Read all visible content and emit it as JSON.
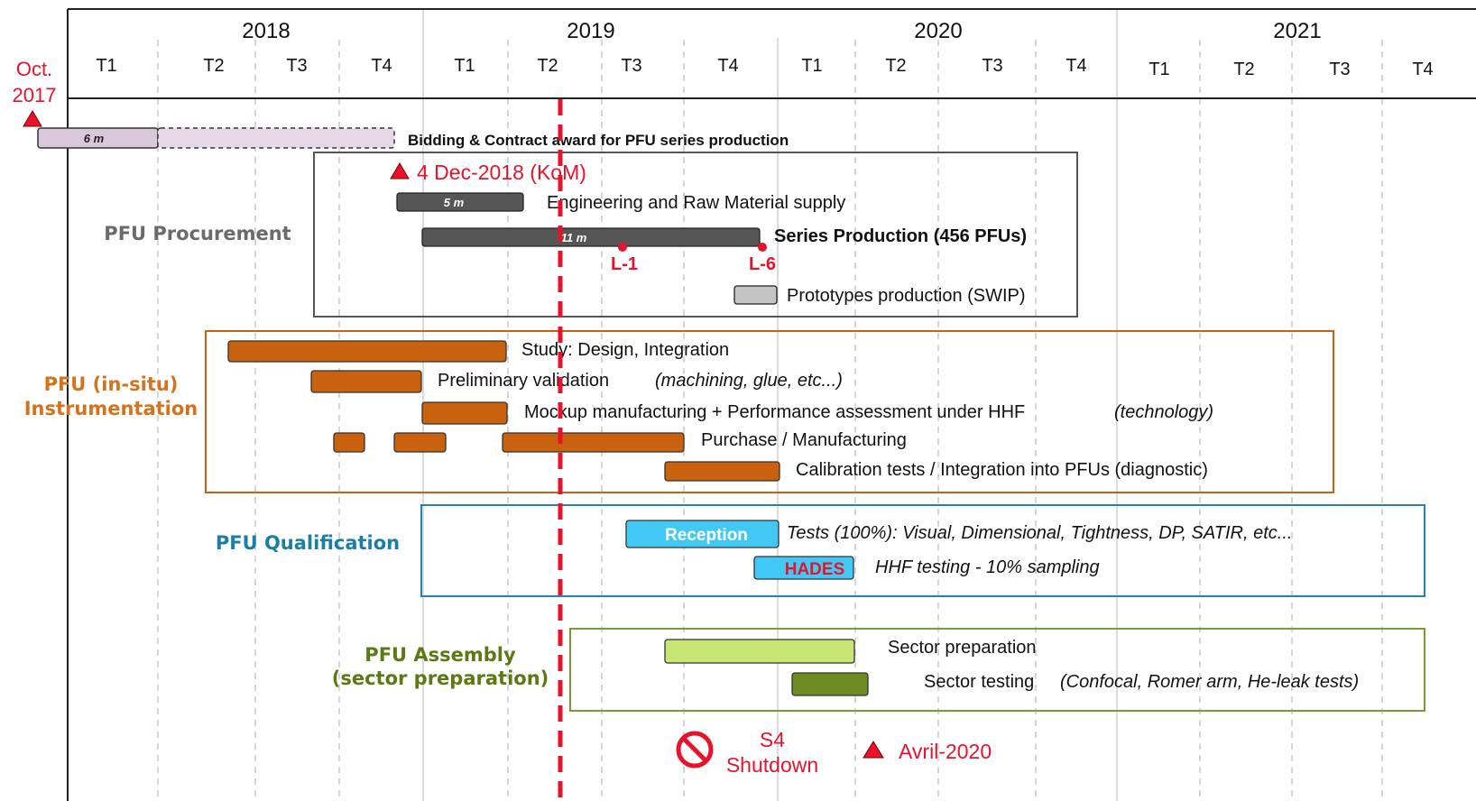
{
  "years": [
    "2018",
    "2019",
    "2020",
    "2021"
  ],
  "quarters": [
    "T1",
    "T2",
    "T3",
    "T4",
    "T1",
    "T2",
    "T3",
    "T4",
    "T1",
    "T2",
    "T3",
    "T4",
    "T1",
    "T2",
    "T3",
    "T4"
  ],
  "start_marker": {
    "line1": "Oct.",
    "line2": "2017"
  },
  "bidding": {
    "duration": "6 m",
    "label": "Bidding & Contract award for PFU series production"
  },
  "procurement": {
    "title": "PFU Procurement",
    "kom": "4 Dec-2018 (KoM)",
    "engineering": {
      "duration": "5 m",
      "label": "Engineering and Raw Material supply"
    },
    "series": {
      "duration": "11 m",
      "label": "Series Production (456 PFUs)"
    },
    "milestones": [
      "L-1",
      "L-6"
    ],
    "prototypes": "Prototypes production (SWIP)"
  },
  "instrumentation": {
    "title_line1": "PFU (in-situ)",
    "title_line2": "Instrumentation",
    "study": "Study: Design, Integration",
    "prelim": "Preliminary validation",
    "prelim_note": "(machining, glue, etc...)",
    "mockup": "Mockup manufacturing + Performance assessment under HHF",
    "mockup_note": "(technology)",
    "purchase": "Purchase / Manufacturing",
    "calibration": "Calibration tests / Integration into PFUs (diagnostic)"
  },
  "qualification": {
    "title": "PFU Qualification",
    "reception": "Reception",
    "reception_note": "Tests (100%): Visual, Dimensional, Tightness, DP, SATIR, etc...",
    "hades": "HADES",
    "hades_note": "HHF testing - 10% sampling"
  },
  "assembly": {
    "title_line1": "PFU Assembly",
    "title_line2": "(sector  preparation)",
    "prep": "Sector preparation",
    "testing": "Sector testing",
    "testing_note": "(Confocal, Romer arm, He-leak tests)"
  },
  "shutdown": {
    "line1": "S4",
    "line2": "Shutdown"
  },
  "avril": "Avril-2020",
  "colors": {
    "red": "#e8132a",
    "orange": "#c8620e",
    "dark_bar": "#565656",
    "light_bar": "#d9c8d9",
    "reception": "#42c8f4",
    "light_green": "#c7e673",
    "dark_green": "#6d8c22",
    "proc_title": "#6b6b6b",
    "instr_title": "#d5731c",
    "qual_title": "#1c7ea4",
    "assy_title": "#5c7a13",
    "qual_border": "#2483ad",
    "assy_border": "#7b9a31"
  }
}
